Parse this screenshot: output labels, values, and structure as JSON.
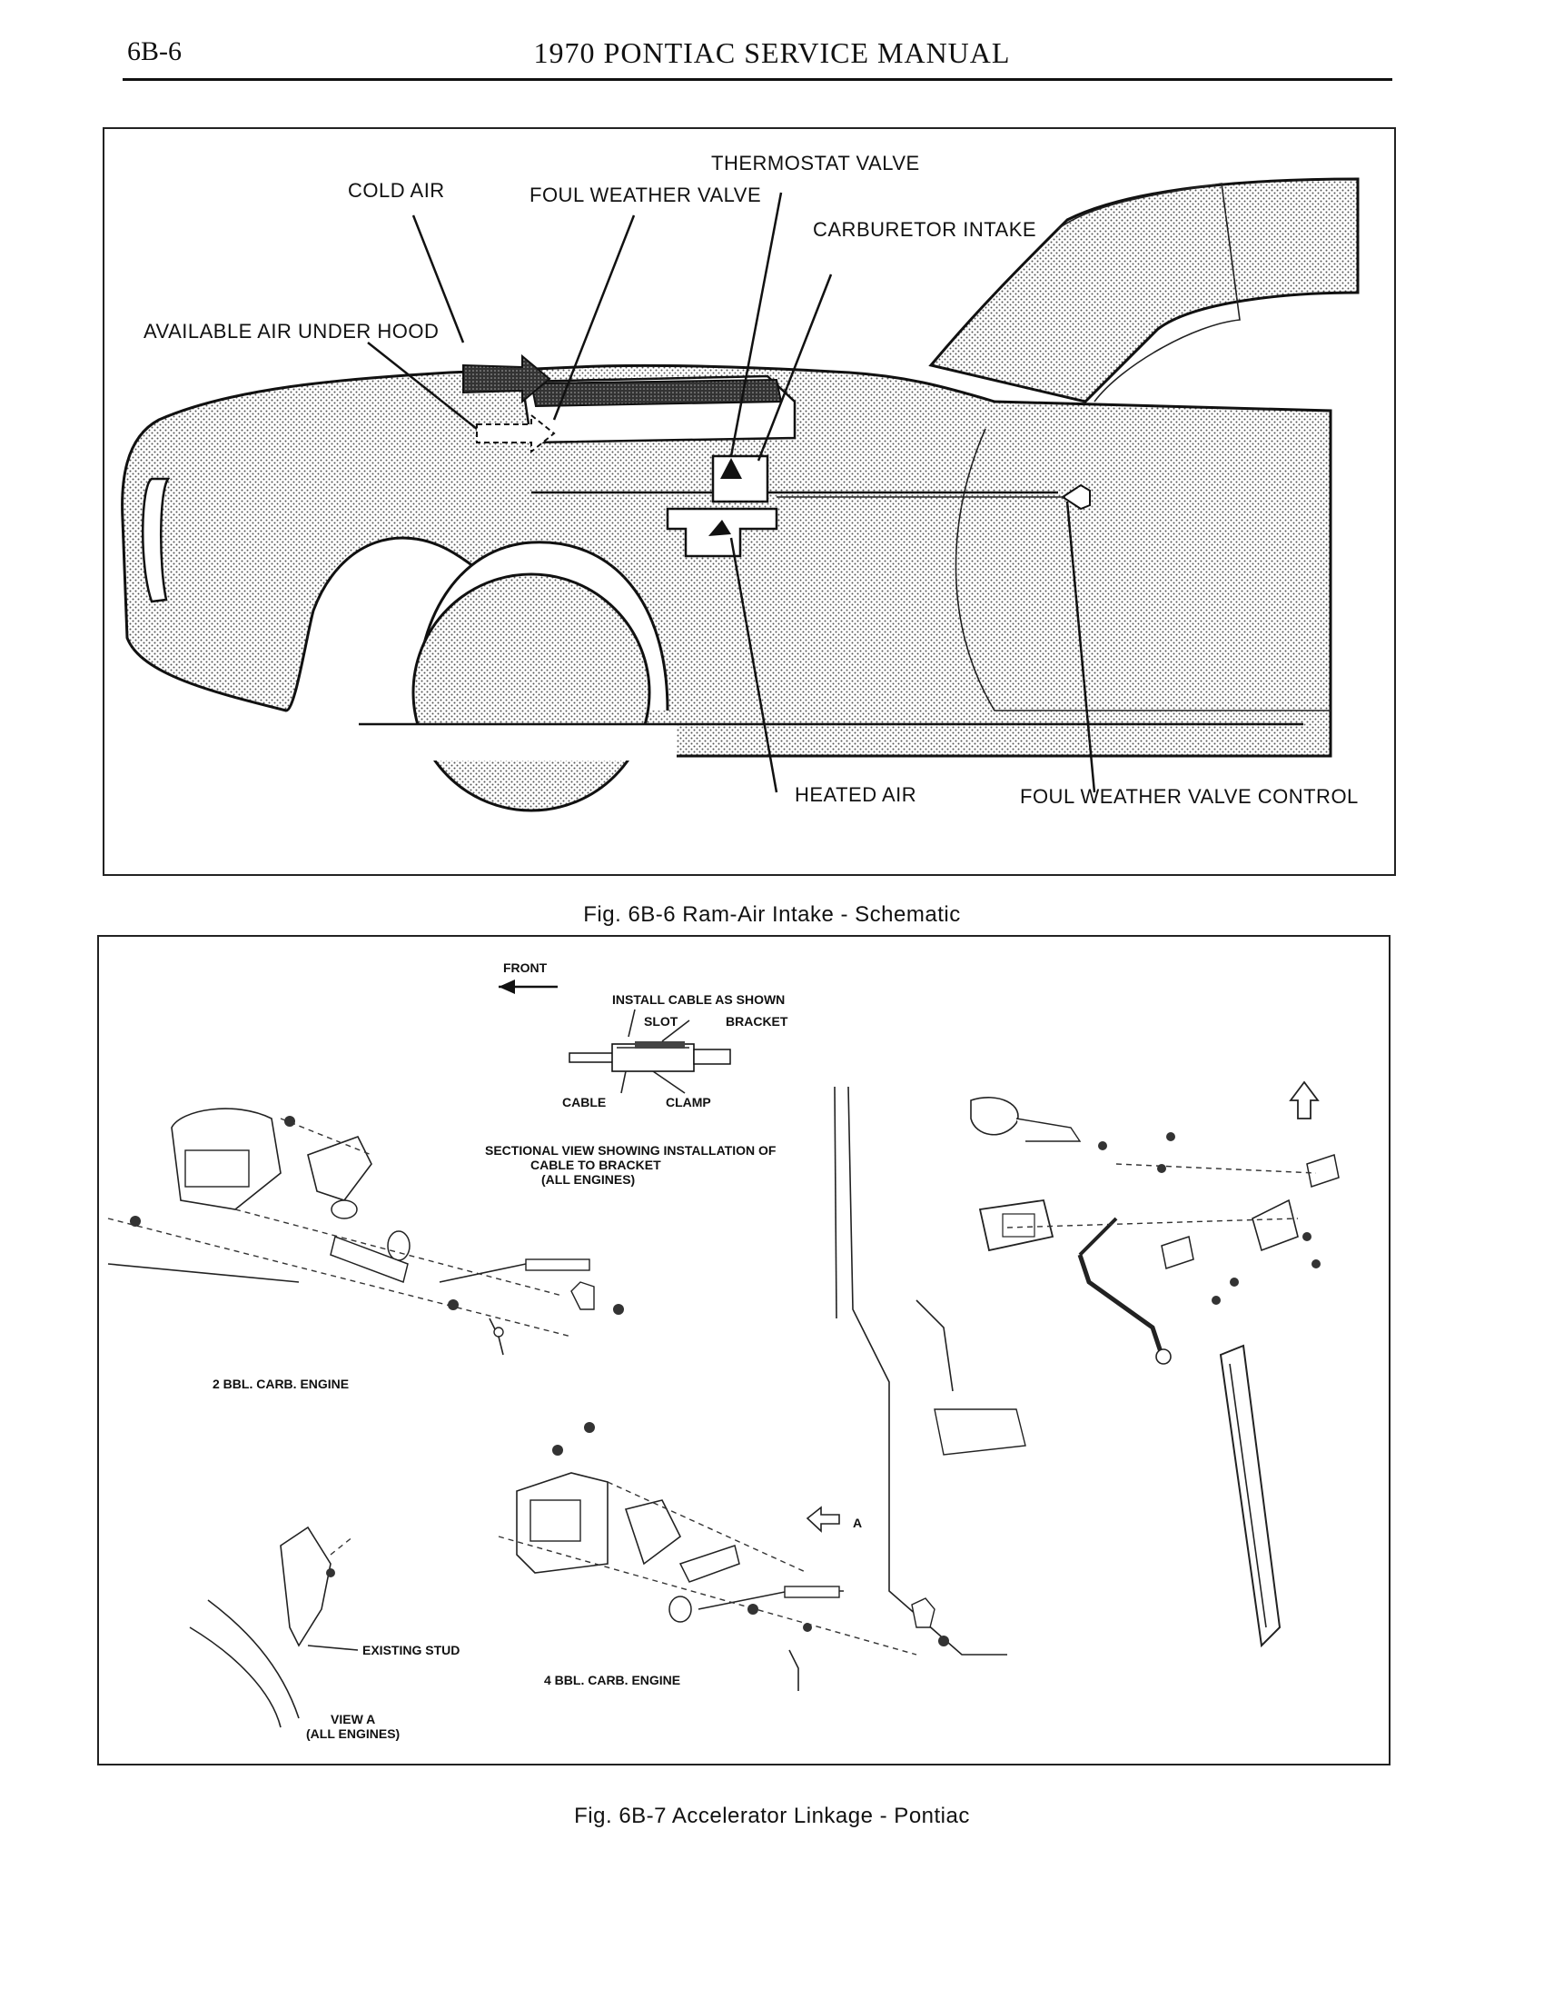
{
  "header": {
    "page_number": "6B-6",
    "title": "1970 PONTIAC SERVICE MANUAL"
  },
  "figure_6b6": {
    "caption": "Fig. 6B-6 Ram-Air Intake - Schematic",
    "labels": {
      "cold_air": "COLD AIR",
      "foul_weather_valve": "FOUL WEATHER VALVE",
      "thermostat_valve": "THERMOSTAT VALVE",
      "carburetor_intake": "CARBURETOR INTAKE",
      "available_air": "AVAILABLE AIR UNDER HOOD",
      "heated_air": "HEATED AIR",
      "foul_weather_valve_control": "FOUL WEATHER VALVE CONTROL"
    }
  },
  "figure_6b7": {
    "caption": "Fig. 6B-7 Accelerator Linkage - Pontiac",
    "labels": {
      "front": "FRONT",
      "install_cable": "INSTALL CABLE AS SHOWN",
      "slot": "SLOT",
      "bracket": "BRACKET",
      "cable": "CABLE",
      "clamp": "CLAMP",
      "sectional_line1": "SECTIONAL VIEW SHOWING INSTALLATION OF",
      "sectional_line2": "CABLE TO BRACKET",
      "sectional_line3": "(ALL ENGINES)",
      "two_bbl": "2 BBL. CARB. ENGINE",
      "four_bbl": "4 BBL. CARB. ENGINE",
      "existing_stud": "EXISTING STUD",
      "view_a_line1": "VIEW A",
      "view_a_line2": "(ALL ENGINES)",
      "view_marker": "A"
    }
  }
}
